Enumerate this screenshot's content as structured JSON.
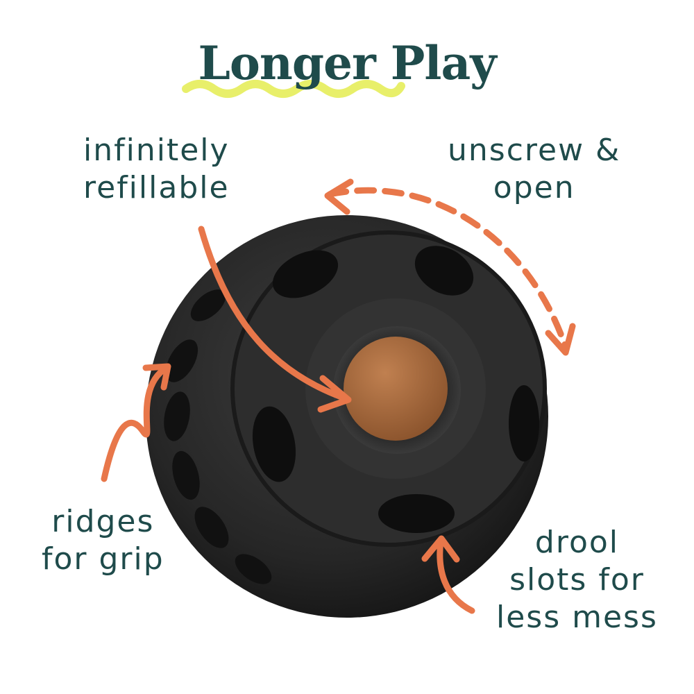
{
  "title": "Longer Play",
  "colors": {
    "text": "#1f4b4b",
    "accent": "#e8774a",
    "highlight": "#e8ef6a",
    "toy": "#2a2a2a",
    "treat": "#a8683a"
  },
  "callouts": {
    "refillable": [
      "infinitely",
      "refillable"
    ],
    "unscrew": [
      "unscrew &",
      "open"
    ],
    "ridges": [
      "ridges",
      "for grip"
    ],
    "drool": [
      "drool",
      "slots for",
      "less mess"
    ]
  }
}
